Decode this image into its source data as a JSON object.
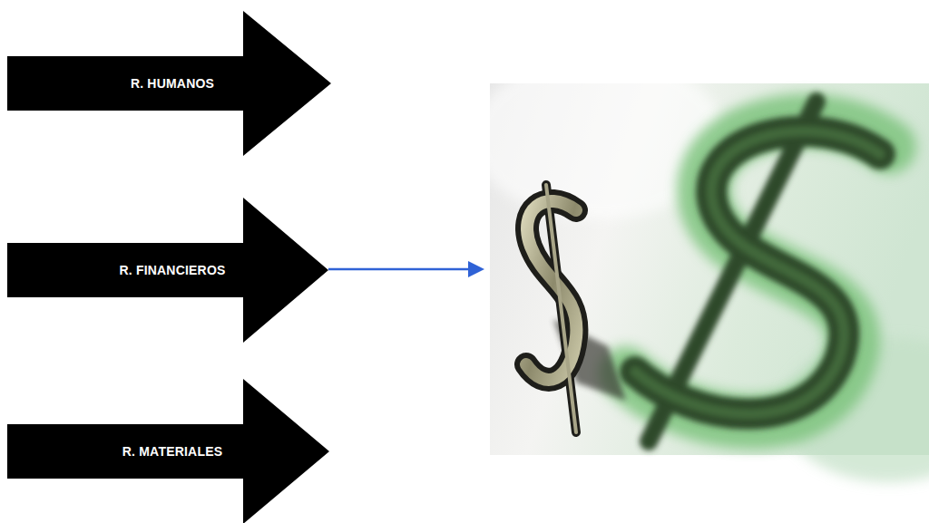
{
  "diagram": {
    "nodes": [
      {
        "text": [
          "R. HUMANOS"
        ]
      },
      {
        "text": [
          "R. FINANCIEROS"
        ]
      },
      {
        "text": [
          "R. MATERIALES"
        ]
      }
    ]
  }
}
